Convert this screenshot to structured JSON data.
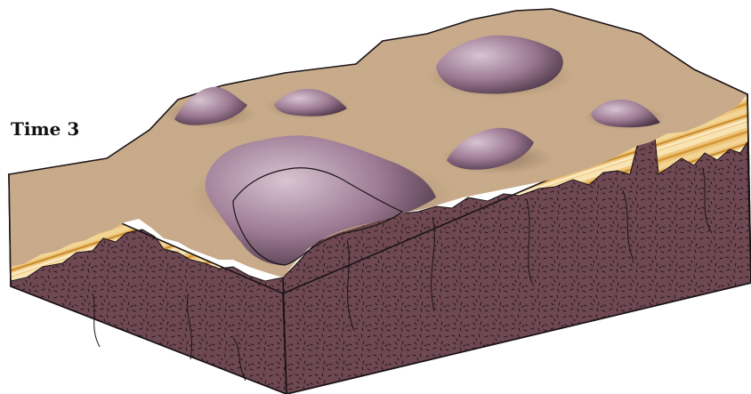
{
  "label": "Time 3",
  "colors": {
    "surface": "#c8a986",
    "surface_dark": "#9e7f5c",
    "bedrock": "#6b4550",
    "bedrock_speckle": "#2b1a1e",
    "strata_light": "#f4d99a",
    "strata_dark": "#c9902f",
    "hills": "#a17e96",
    "outline": "#1b1416"
  },
  "landforms": [
    "inselberg",
    "inselberg",
    "inselberg",
    "inselberg",
    "inselberg",
    "inselberg"
  ]
}
